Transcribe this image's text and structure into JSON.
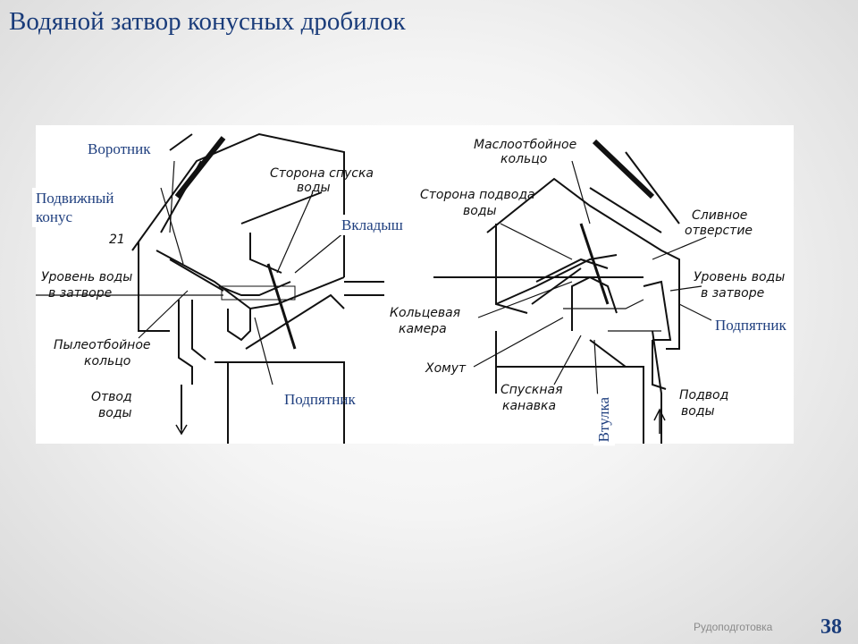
{
  "title": "Водяной затвор конусных дробилок",
  "callouts": {
    "vorotnik": "Воротник",
    "podvizhny_konus_1": "Подвижный",
    "podvizhny_konus_2": "конус",
    "vkladysh": "Вкладыш",
    "podpyatnik_left": "Подпятник",
    "podpyatnik_right": "Подпятник",
    "vtulka": "Втулка"
  },
  "diagram_labels_left": {
    "storona_spuska_1": "Сторона спуска",
    "storona_spuska_2": "воды",
    "number": "21",
    "uroven_1": "Уровень воды",
    "uroven_2": "в затворе",
    "pyleotboy_1": "Пылеотбойное",
    "pyleotboy_2": "кольцо",
    "otvod_1": "Отвод",
    "otvod_2": "воды"
  },
  "diagram_labels_right": {
    "masloot_1": "Маслоотбойное",
    "masloot_2": "кольцо",
    "storona_podvoda_1": "Сторона подвода",
    "storona_podvoda_2": "воды",
    "slivnoe_1": "Сливное",
    "slivnoe_2": "отверстие",
    "uroven_1": "Уровень воды",
    "uroven_2": "в затворе",
    "kolcevaya_1": "Кольцевая",
    "kolcevaya_2": "камера",
    "homut": "Хомут",
    "spusknaya_1": "Спускная",
    "spusknaya_2": "канавка",
    "podvod_1": "Подвод",
    "podvod_2": "воды"
  },
  "footer": {
    "label": "Рудоподготовка",
    "page_number": "38"
  }
}
